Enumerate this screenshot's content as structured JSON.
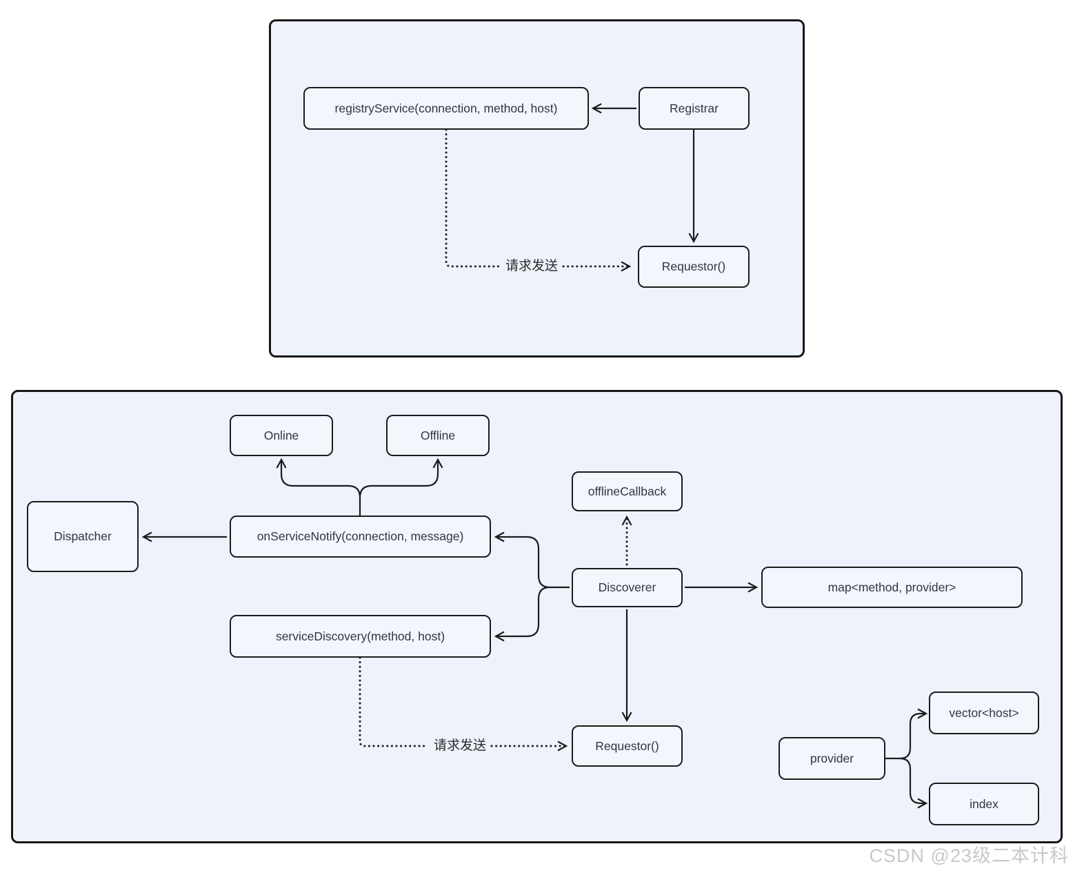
{
  "colors": {
    "page_bg": "#ffffff",
    "panel_bg": "#eef2fa",
    "node_bg": "#f2f6fd",
    "stroke": "#1b1b1b",
    "text": "#2f3542",
    "watermark": "#c6c6c8"
  },
  "registration_panel": {
    "nodes": {
      "registry_service": "registryService(connection, method, host)",
      "registrar": "Registrar",
      "requestor": "Requestor()"
    },
    "labels": {
      "request_send": "请求发送"
    }
  },
  "discovery_panel": {
    "nodes": {
      "online": "Online",
      "offline": "Offline",
      "dispatcher": "Dispatcher",
      "on_service_notify": "onServiceNotify(connection, message)",
      "service_discovery": "serviceDiscovery(method, host)",
      "offline_callback": "offlineCallback",
      "discoverer": "Discoverer",
      "map_method_provider": "map<method, provider>",
      "requestor": "Requestor()",
      "provider": "provider",
      "vector_host": "vector<host>",
      "index": "index"
    },
    "labels": {
      "request_send": "请求发送"
    }
  },
  "watermark": "CSDN @23级二本计科"
}
